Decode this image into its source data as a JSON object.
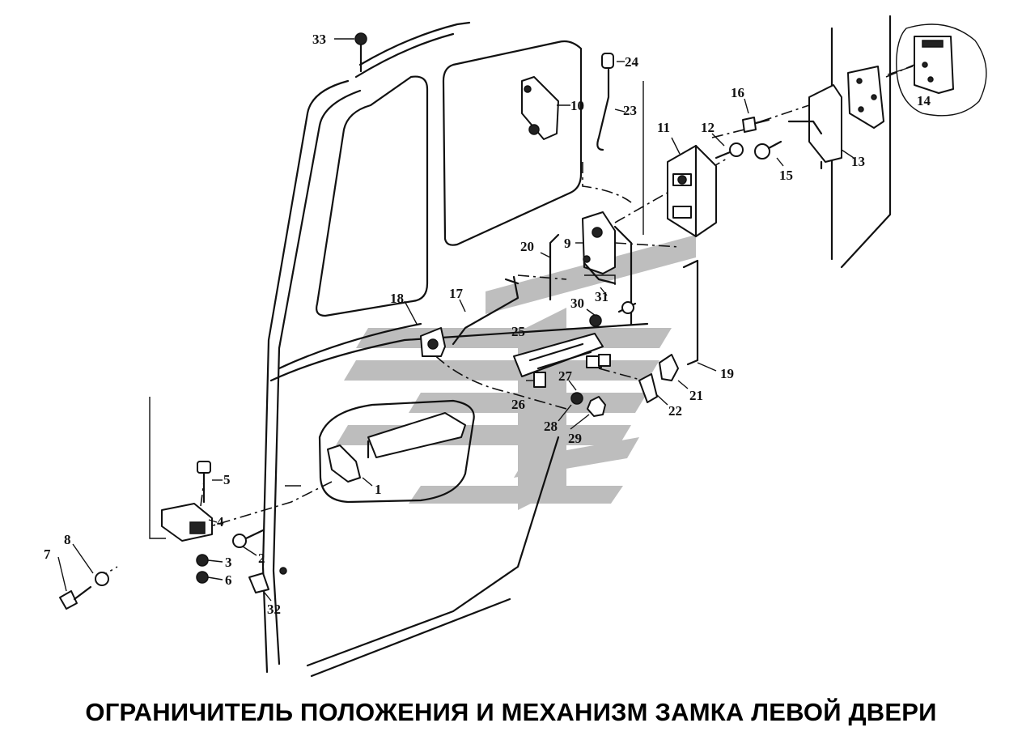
{
  "caption": "ОГРАНИЧИТЕЛЬ ПОЛОЖЕНИЯ И МЕХАНИЗМ ЗАМКА ЛЕВОЙ ДВЕРИ",
  "colors": {
    "ink": "#111111",
    "watermark": "#9a9a9a",
    "background": "#ffffff"
  },
  "labels": [
    "1",
    "2",
    "3",
    "4",
    "5",
    "6",
    "7",
    "8",
    "9",
    "10",
    "11",
    "12",
    "13",
    "14",
    "15",
    "16",
    "17",
    "18",
    "19",
    "20",
    "21",
    "22",
    "23",
    "24",
    "25",
    "26",
    "27",
    "28",
    "29",
    "30",
    "31",
    "32",
    "33"
  ]
}
